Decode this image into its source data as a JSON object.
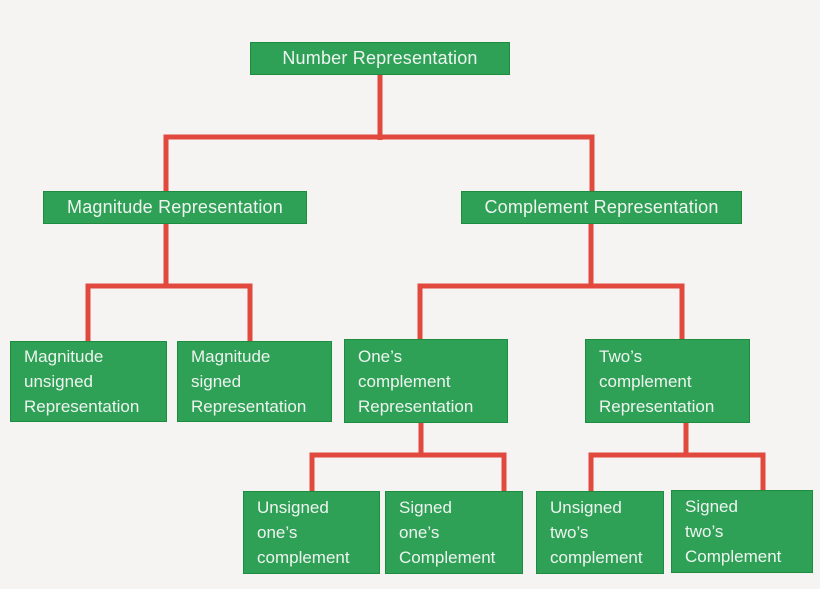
{
  "title": "Number representation hierarchy diagram",
  "colors": {
    "background": "#f5f4f2",
    "node_fill": "#2fa157",
    "node_border": "#1d8c3f",
    "node_text": "#eef4ef",
    "connector": "#e2493e"
  },
  "nodes": {
    "root": {
      "label": "Number Representation"
    },
    "magnitude": {
      "label": "Magnitude Representation"
    },
    "complement": {
      "label": "Complement Representation"
    },
    "magnitude_unsigned": {
      "label": "Magnitude\nunsigned\nRepresentation"
    },
    "magnitude_signed": {
      "label": "Magnitude\nsigned\nRepresentation"
    },
    "ones_complement": {
      "label": "One’s\ncomplement\nRepresentation"
    },
    "twos_complement": {
      "label": "Two’s\ncomplement\nRepresentation"
    },
    "unsigned_ones": {
      "label": "Unsigned\none’s\ncomplement"
    },
    "signed_ones": {
      "label": "Signed\none’s\nComplement"
    },
    "unsigned_twos": {
      "label": "Unsigned\ntwo’s\ncomplement"
    },
    "signed_twos": {
      "label": "Signed\ntwo’s\nComplement"
    }
  }
}
